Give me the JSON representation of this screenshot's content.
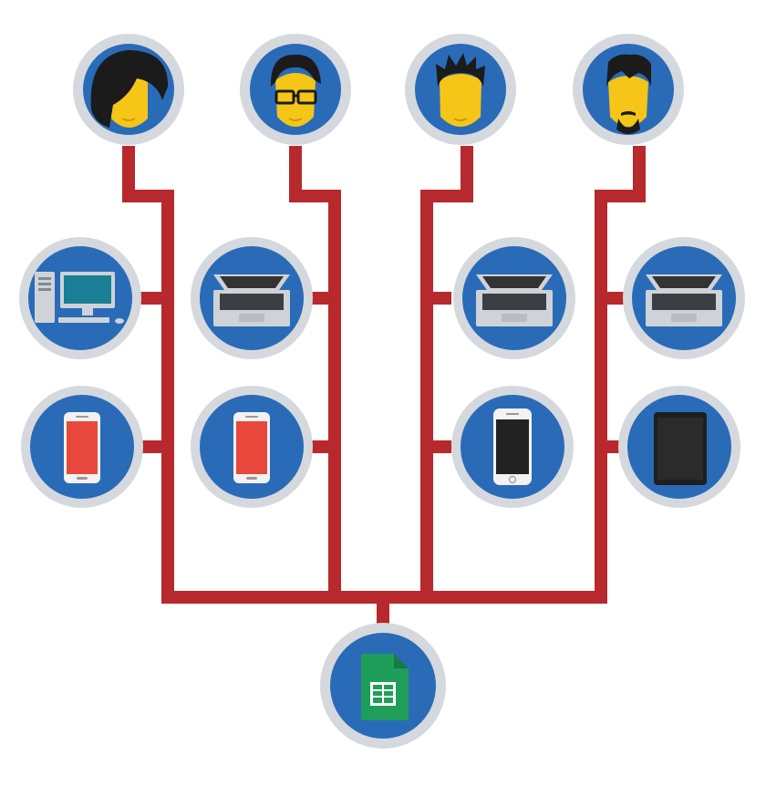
{
  "colors": {
    "background": "#ffffff",
    "connector": "#b7292c",
    "node_ring": "#d5d9de",
    "node_fill": "#2a6bb8",
    "face": "#f5c518",
    "hair": "#1b1b1b",
    "screen_dark": "#222222",
    "screen_red": "#e8483b",
    "device_silver": "#cfd3d8",
    "monitor_screen": "#1a7f95",
    "sheets_green": "#1e9e58",
    "sheets_dark": "#157a44"
  },
  "users": [
    {
      "icon": "user-long-hair-icon"
    },
    {
      "icon": "user-glasses-icon"
    },
    {
      "icon": "user-spiky-hair-icon"
    },
    {
      "icon": "user-beard-icon"
    }
  ],
  "devices": [
    {
      "icon": "desktop-computer-icon",
      "user": 0
    },
    {
      "icon": "laptop-icon",
      "user": 1
    },
    {
      "icon": "laptop-icon",
      "user": 2
    },
    {
      "icon": "laptop-icon",
      "user": 3
    },
    {
      "icon": "android-phone-icon",
      "user": 0
    },
    {
      "icon": "android-phone-icon",
      "user": 1
    },
    {
      "icon": "iphone-icon",
      "user": 2
    },
    {
      "icon": "tablet-icon",
      "user": 3
    }
  ],
  "hub": {
    "icon": "google-sheets-icon"
  }
}
